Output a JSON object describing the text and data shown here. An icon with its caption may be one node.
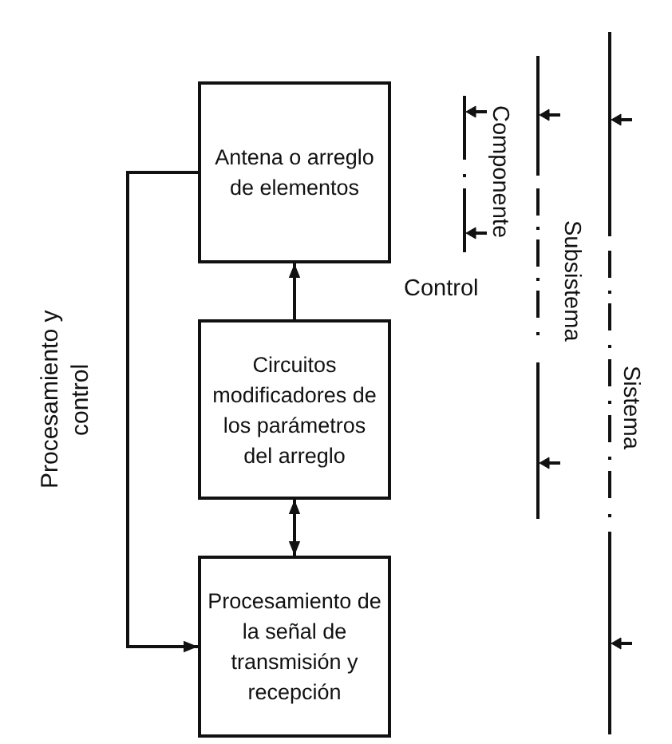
{
  "diagram": {
    "nodes": [
      {
        "text": [
          "Antena o arreglo de elementos"
        ]
      },
      {
        "text": [
          "Circuitos modificadores de los parámetros del arreglo"
        ]
      },
      {
        "text": [
          "Procesamiento de la señal de transmisión y recepción"
        ]
      }
    ],
    "edges": [
      {
        "from": 0,
        "to": 2,
        "arrow": "to",
        "label": "Procesamiento y control"
      },
      {
        "from": 1,
        "to": 0,
        "arrow": "to",
        "label": "Control"
      },
      {
        "from": 1,
        "to": 2,
        "arrow": "both"
      }
    ],
    "labels": [
      "Componente",
      "Subsistema",
      "Sistema"
    ]
  }
}
